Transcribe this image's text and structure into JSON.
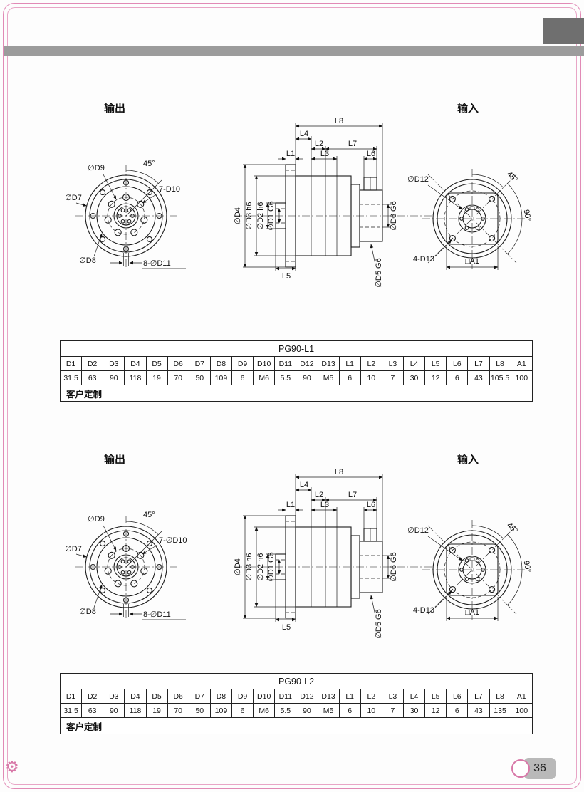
{
  "page": {
    "number": "36"
  },
  "sections": [
    {
      "output_label": "输出",
      "input_label": "输入",
      "front": {
        "d9": "∅D9",
        "angle45": "45°",
        "holes_top": "7-D10",
        "d7": "∅D7",
        "d8": "∅D8",
        "holes_bottom": "8-∅D11"
      },
      "side": {
        "l8": "L8",
        "l4": "L4",
        "l2": "L2",
        "l7": "L7",
        "l1": "L1",
        "l3": "L3",
        "l6": "L6",
        "l5": "L5",
        "d4": "∅D4",
        "d3": "∅D3 h6",
        "d2": "∅D2 h6",
        "d1": "∅D1 G6",
        "d6": "∅D6 G6",
        "d5": "∅D5 G6"
      },
      "rear": {
        "d12": "∅D12",
        "angle45": "45°",
        "angle90": "90°",
        "holes": "4-D13",
        "a1": "□A1"
      },
      "table": {
        "title": "PG90-L1",
        "headers": [
          "D1",
          "D2",
          "D3",
          "D4",
          "D5",
          "D6",
          "D7",
          "D8",
          "D9",
          "D10",
          "D11",
          "D12",
          "D13",
          "L1",
          "L2",
          "L3",
          "L4",
          "L5",
          "L6",
          "L7",
          "L8",
          "A1"
        ],
        "values": [
          "31.5",
          "63",
          "90",
          "118",
          "19",
          "70",
          "50",
          "109",
          "6",
          "M6",
          "5.5",
          "90",
          "M5",
          "6",
          "10",
          "7",
          "30",
          "12",
          "6",
          "43",
          "105.5",
          "100"
        ],
        "note": "客户定制"
      }
    },
    {
      "output_label": "输出",
      "input_label": "输入",
      "front": {
        "d9": "∅D9",
        "angle45": "45°",
        "holes_top": "7-∅D10",
        "d7": "∅D7",
        "d8": "∅D8",
        "holes_bottom": "8-∅D11"
      },
      "side": {
        "l8": "L8",
        "l4": "L4",
        "l2": "L2",
        "l7": "L7",
        "l1": "L1",
        "l3": "L3",
        "l6": "L6",
        "l5": "L5",
        "d4": "∅D4",
        "d3": "∅D3 h6",
        "d2": "∅D2 h6",
        "d1": "∅D1 G6",
        "d6": "∅D6 G6",
        "d5": "∅D5 G6"
      },
      "rear": {
        "d12": "∅D12",
        "angle45": "45°",
        "angle90": "90°",
        "holes": "4-D13",
        "a1": "□A1"
      },
      "table": {
        "title": "PG90-L2",
        "headers": [
          "D1",
          "D2",
          "D3",
          "D4",
          "D5",
          "D6",
          "D7",
          "D8",
          "D9",
          "D10",
          "D11",
          "D12",
          "D13",
          "L1",
          "L2",
          "L3",
          "L4",
          "L5",
          "L6",
          "L7",
          "L8",
          "A1"
        ],
        "values": [
          "31.5",
          "63",
          "90",
          "118",
          "19",
          "70",
          "50",
          "109",
          "6",
          "M6",
          "5.5",
          "90",
          "M5",
          "6",
          "10",
          "7",
          "30",
          "12",
          "6",
          "43",
          "135",
          "100"
        ],
        "note": "客户定制"
      }
    }
  ]
}
